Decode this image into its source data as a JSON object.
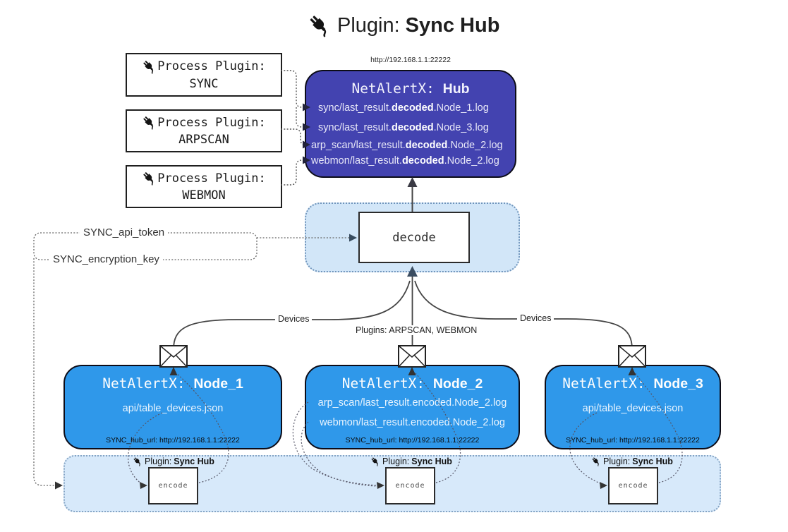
{
  "title": {
    "prefix": "Plugin: ",
    "name": "Sync Hub"
  },
  "hub": {
    "url_label": "http://192.168.1.1:22222",
    "title_prefix": "NetAlertX: ",
    "title_name": "Hub",
    "lines": [
      {
        "pre": "sync/last_result.",
        "bold": "decoded",
        "post": ".Node_1.log"
      },
      {
        "pre": "sync/last_result.",
        "bold": "decoded",
        "post": ".Node_3.log"
      },
      {
        "pre": "arp_scan/last_result.",
        "bold": "decoded",
        "post": ".Node_2.log"
      },
      {
        "pre": "webmon/last_result.",
        "bold": "decoded",
        "post": ".Node_2.log"
      }
    ]
  },
  "process_plugins": [
    {
      "label": "Process Plugin:",
      "name": "SYNC"
    },
    {
      "label": "Process Plugin:",
      "name": "ARPSCAN"
    },
    {
      "label": "Process Plugin:",
      "name": "WEBMON"
    }
  ],
  "decode": {
    "label": "decode"
  },
  "settings": {
    "api_token": "SYNC_api_token",
    "encryption_key": "SYNC_encryption_key"
  },
  "edges": {
    "devices_left": "Devices",
    "devices_right": "Devices",
    "plugins_mid": "Plugins: ARPSCAN, WEBMON"
  },
  "nodes": [
    {
      "title_prefix": "NetAlertX: ",
      "title_name": "Node_1",
      "lines": [
        "api/table_devices.json"
      ],
      "hub_url": "SYNC_hub_url: http://192.168.1.1:22222"
    },
    {
      "title_prefix": "NetAlertX: ",
      "title_name": "Node_2",
      "lines": [
        "arp_scan/last_result.encoded.Node_2.log",
        "webmon/last_result.encoded.Node_2.log"
      ],
      "hub_url": "SYNC_hub_url: http://192.168.1.1:22222"
    },
    {
      "title_prefix": "NetAlertX: ",
      "title_name": "Node_3",
      "lines": [
        "api/table_devices.json"
      ],
      "hub_url": "SYNC_hub_url: http://192.168.1.1:22222"
    }
  ],
  "band": {
    "plugin_prefix": "Plugin: ",
    "plugin_name": "Sync Hub",
    "encode_label": "encode"
  },
  "colors": {
    "hub_fill": "#4343b0",
    "node_fill": "#2f98ea",
    "band_fill": "#d7e9fa",
    "decode_container_fill": "#d2e6f8",
    "wire": "#444444"
  }
}
